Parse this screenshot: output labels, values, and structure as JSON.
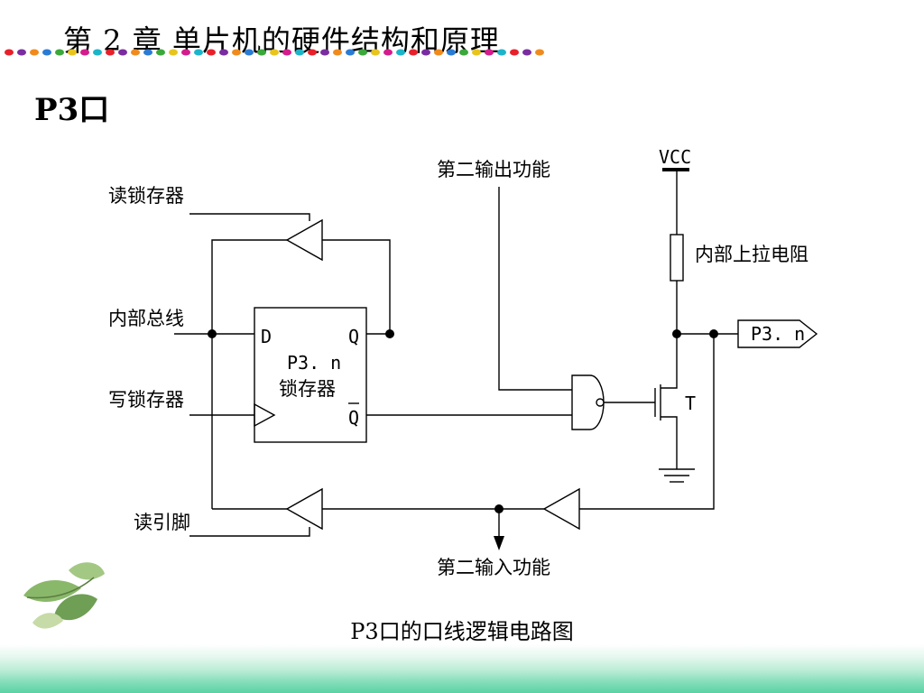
{
  "header": {
    "chapter_title": "第 2 章 单片机的硬件结构和原理",
    "bead_colors": [
      "#e8202a",
      "#7a2ca0",
      "#f08a1c",
      "#2a7bd4",
      "#3aa83a",
      "#e8c41c",
      "#d41c8c",
      "#1cb4c8"
    ]
  },
  "section": {
    "title": "P3口"
  },
  "diagram": {
    "labels": {
      "read_latch": "读锁存器",
      "internal_bus": "内部总线",
      "write_latch": "写锁存器",
      "read_pin": "读引脚",
      "second_output": "第二输出功能",
      "second_input": "第二输入功能",
      "vcc": "VCC",
      "pullup": "内部上拉电阻",
      "latch_d": "D",
      "latch_q": "Q",
      "latch_qbar": "Q",
      "latch_name1": "P3. n",
      "latch_name2": "锁存器",
      "transistor": "T",
      "pin_out": "P3. n"
    },
    "caption": "P3口的口线逻辑电路图"
  }
}
